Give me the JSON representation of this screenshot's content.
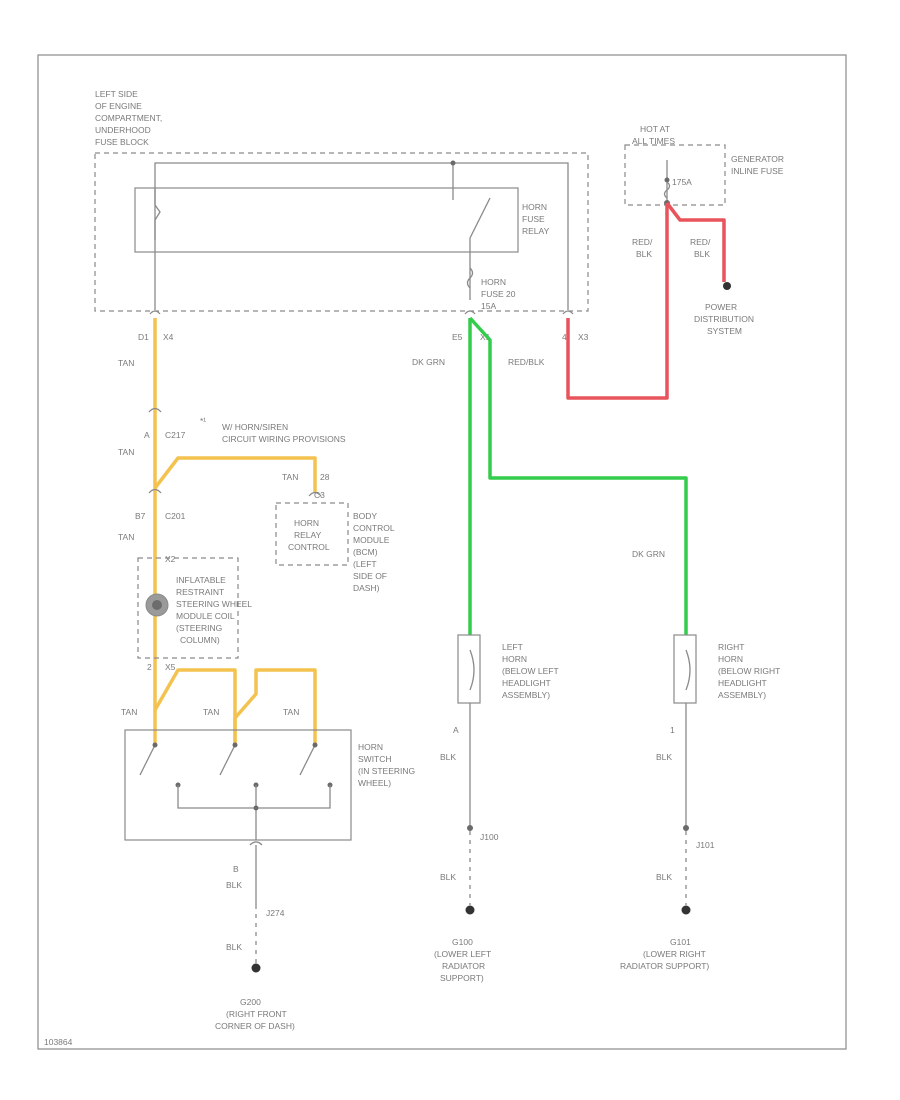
{
  "colors": {
    "tan": "#f3c24f",
    "green": "#33cc4c",
    "red": "#e8545b",
    "line": "#8a8a8a"
  },
  "fuse_block": {
    "lines": [
      "LEFT SIDE",
      "OF ENGINE",
      "COMPARTMENT,",
      "UNDERHOOD",
      "FUSE BLOCK"
    ]
  },
  "relay": {
    "lines": [
      "HORN",
      "FUSE",
      "RELAY"
    ]
  },
  "horn_fuse": {
    "lines": [
      "HORN",
      "FUSE 20",
      "15A"
    ]
  },
  "hot": {
    "lines": [
      "HOT AT",
      "ALL TIMES"
    ],
    "fuse": "175A"
  },
  "generator_fuse": {
    "lines": [
      "GENERATOR",
      "INLINE FUSE"
    ]
  },
  "power_dist": {
    "lines": [
      "POWER",
      "DISTRIBUTION",
      "SYSTEM"
    ],
    "wire1": [
      "RED/",
      "BLK"
    ],
    "wire2": [
      "RED/",
      "BLK"
    ]
  },
  "connectors": {
    "d1": "D1",
    "x4": "X4",
    "e5": "E5",
    "x1": "X1",
    "x3": "X3",
    "four": "4",
    "a": "A",
    "c217": "C217",
    "b7": "B7",
    "c201": "C201",
    "x2": "X2",
    "two": "2",
    "x5": "X5",
    "c3": "C3",
    "c28": "28",
    "c_a": "A",
    "c_b": "B",
    "c_1": "1"
  },
  "wires": {
    "tan": "TAN",
    "dk_grn": "DK GRN",
    "red_blk": "RED/BLK",
    "blk": "BLK",
    "dk_grn2": "DK GRN",
    "tan2": "TAN",
    "tan3": "TAN",
    "tan4": "TAN",
    "tan5": "TAN",
    "tan6": "TAN",
    "tan_28": "TAN"
  },
  "note": {
    "symbol": "*¹",
    "lines": [
      "W/ HORN/SIREN",
      "CIRCUIT WIRING PROVISIONS"
    ]
  },
  "bcm": {
    "lines": [
      "HORN",
      "RELAY",
      "CONTROL"
    ],
    "side": [
      "BODY",
      "CONTROL",
      "MODULE",
      "(BCM)",
      "(LEFT",
      "SIDE OF",
      "DASH)"
    ]
  },
  "coil": {
    "lines": [
      "INFLATABLE",
      "RESTRAINT",
      "STEERING WHEEL",
      "MODULE COIL",
      "(STEERING",
      "COLUMN)"
    ]
  },
  "horn_switch": {
    "lines": [
      "HORN",
      "SWITCH",
      "(IN STEERING",
      "WHEEL)"
    ]
  },
  "left_horn": {
    "lines": [
      "LEFT",
      "HORN",
      "(BELOW LEFT",
      "HEADLIGHT",
      "ASSEMBLY)"
    ]
  },
  "right_horn": {
    "lines": [
      "RIGHT",
      "HORN",
      "(BELOW RIGHT",
      "HEADLIGHT",
      "ASSEMBLY)"
    ]
  },
  "splices": {
    "j274": "J274",
    "j100": "J100",
    "j101": "J101"
  },
  "grounds": {
    "g200": [
      "G200",
      "(RIGHT FRONT",
      "CORNER OF DASH)"
    ],
    "g100": [
      "G100",
      "(LOWER LEFT",
      "RADIATOR",
      "SUPPORT)"
    ],
    "g101": [
      "G101",
      "(LOWER RIGHT",
      "RADIATOR SUPPORT)"
    ]
  },
  "footer": "103864"
}
